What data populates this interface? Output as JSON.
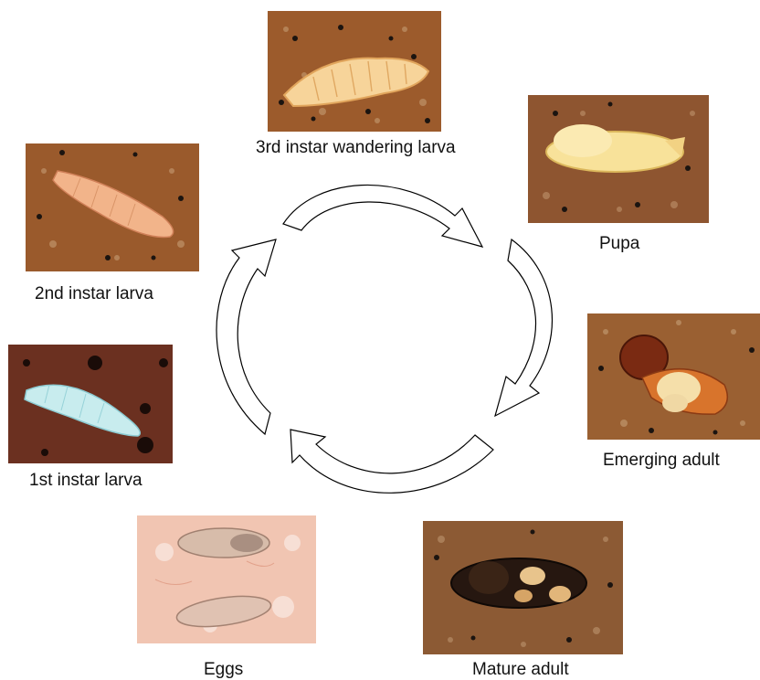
{
  "diagram": {
    "stages": [
      {
        "id": "third-instar",
        "label": "3rd instar wandering larva"
      },
      {
        "id": "pupa",
        "label": "Pupa"
      },
      {
        "id": "emerging-adult",
        "label": "Emerging adult"
      },
      {
        "id": "mature-adult",
        "label": "Mature adult"
      },
      {
        "id": "eggs",
        "label": "Eggs"
      },
      {
        "id": "first-instar",
        "label": "1st instar larva"
      },
      {
        "id": "second-instar",
        "label": "2nd instar larva"
      }
    ],
    "cycle_direction": "clockwise",
    "colors": {
      "soil": "#9a5a2c",
      "larva": "#f2c68a",
      "pupa": "#f4dc8a",
      "beetle": "#2a1a10",
      "egg_background": "#f1c6b4",
      "first_instar": "#bfe8ea",
      "arrow_stroke": "#000000",
      "arrow_fill": "#ffffff"
    }
  }
}
